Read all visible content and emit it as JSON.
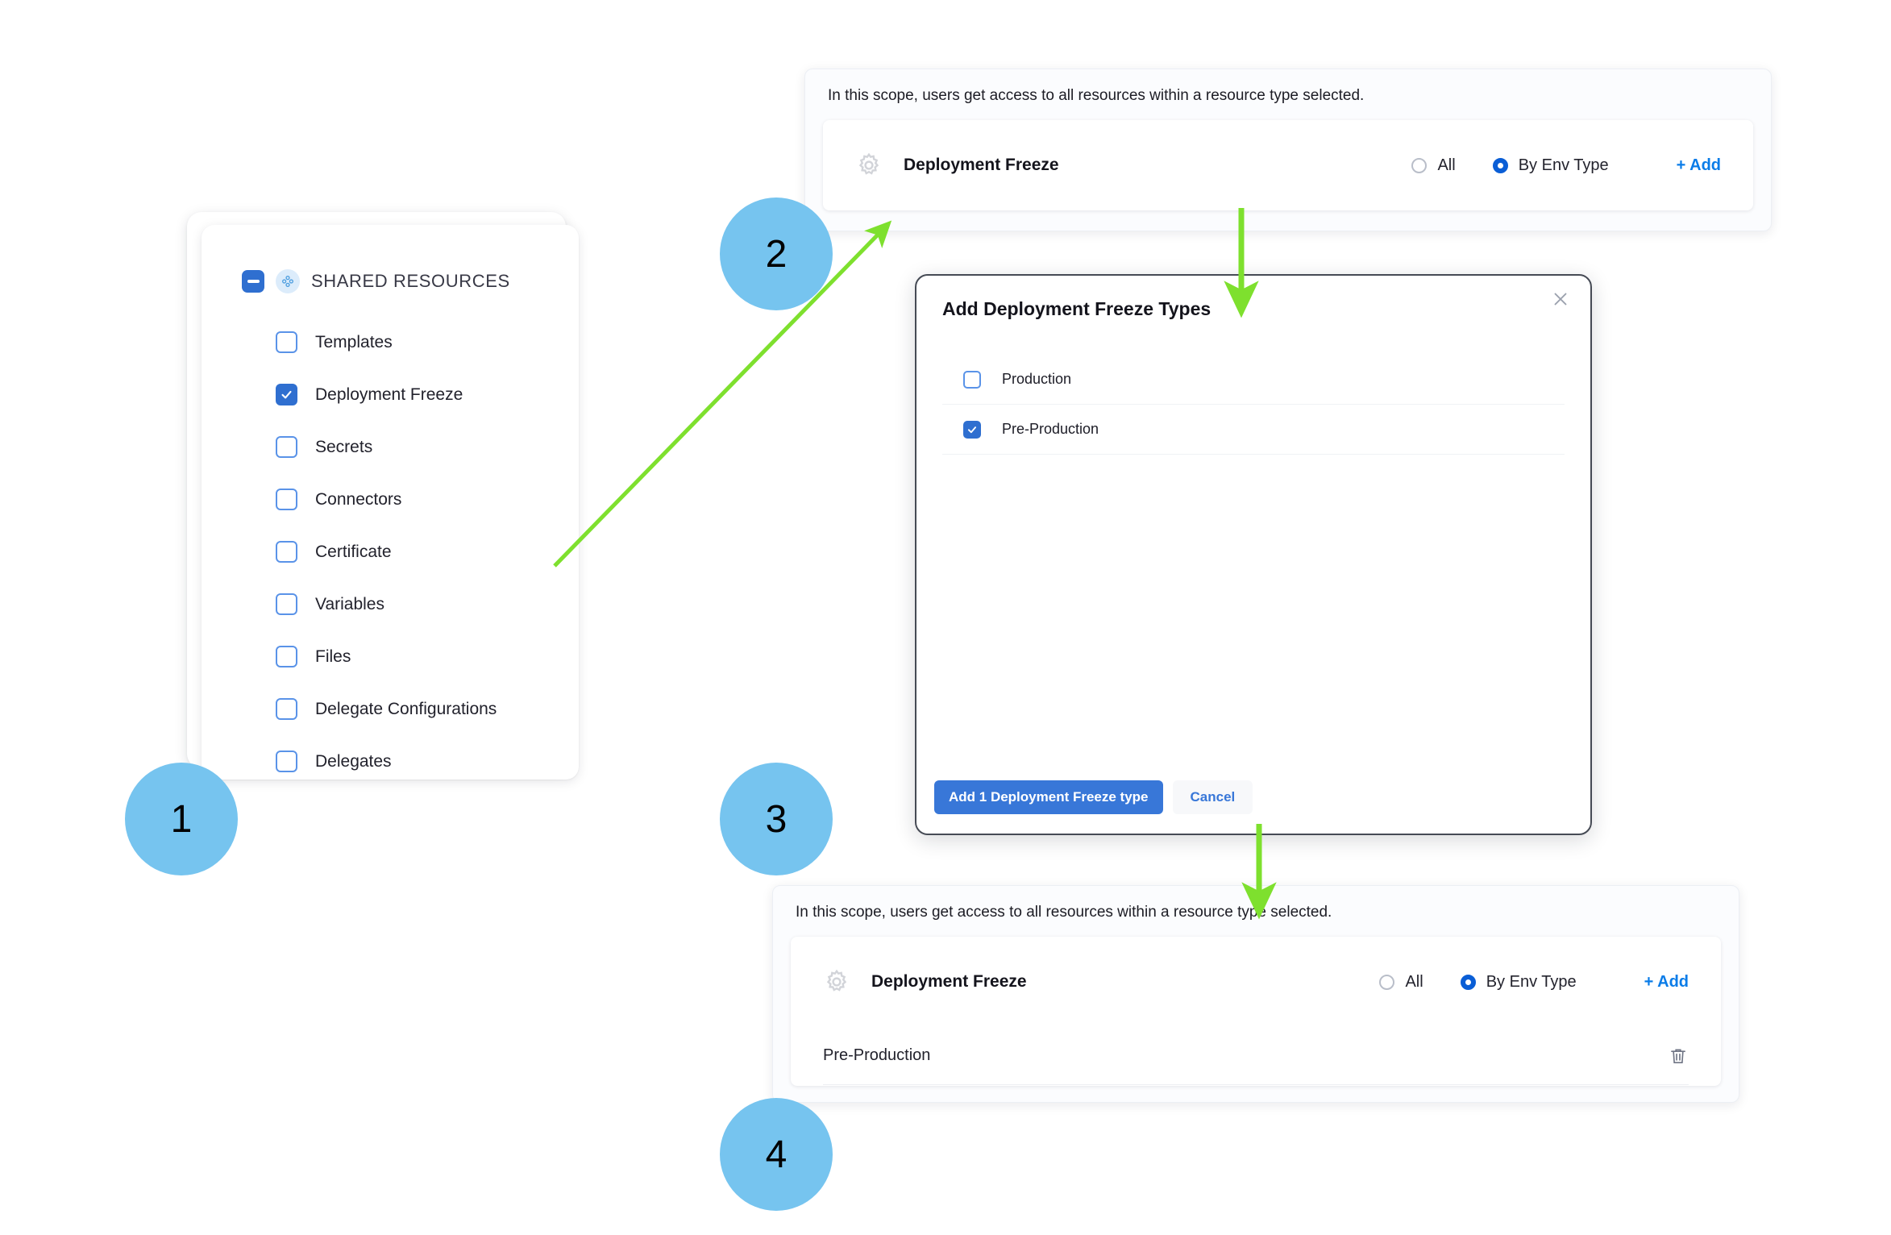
{
  "steps": [
    {
      "number": "1"
    },
    {
      "number": "2"
    },
    {
      "number": "3"
    },
    {
      "number": "4"
    }
  ],
  "colors": {
    "step_badge": "#76c4ef",
    "arrow": "#7ee02e",
    "primary_blue": "#3877d8",
    "link_blue": "#0a7ce8",
    "radio_selected": "#0a5ed6",
    "checkbox_checked": "#2f6fd0",
    "checkbox_border": "#5a93e8",
    "modal_border": "#464b55",
    "panel_bg": "#fbfcfe"
  },
  "resource_tree": {
    "header": {
      "label": "SHARED RESOURCES",
      "checkbox_state": "indeterminate",
      "type_icon": "shared-resources-icon"
    },
    "items": [
      {
        "label": "Templates",
        "checked": false
      },
      {
        "label": "Deployment Freeze",
        "checked": true
      },
      {
        "label": "Secrets",
        "checked": false
      },
      {
        "label": "Connectors",
        "checked": false
      },
      {
        "label": "Certificate",
        "checked": false
      },
      {
        "label": "Variables",
        "checked": false
      },
      {
        "label": "Files",
        "checked": false
      },
      {
        "label": "Delegate Configurations",
        "checked": false
      },
      {
        "label": "Delegates",
        "checked": false
      }
    ]
  },
  "scope_panel_top": {
    "note": "In this scope, users get access to all resources within a resource type selected.",
    "resource_title": "Deployment Freeze",
    "gear_icon": "gear-icon",
    "radios": [
      {
        "label": "All",
        "selected": false
      },
      {
        "label": "By Env Type",
        "selected": true
      }
    ],
    "add_label": "+ Add",
    "selected_items": []
  },
  "scope_panel_bottom": {
    "note": "In this scope, users get access to all resources within a resource type selected.",
    "resource_title": "Deployment Freeze",
    "gear_icon": "gear-icon",
    "radios": [
      {
        "label": "All",
        "selected": false
      },
      {
        "label": "By Env Type",
        "selected": true
      }
    ],
    "add_label": "+ Add",
    "selected_items": [
      {
        "label": "Pre-Production",
        "delete_icon": "trash-icon"
      }
    ]
  },
  "modal": {
    "title": "Add Deployment Freeze Types",
    "close_icon": "close-icon",
    "options": [
      {
        "label": "Production",
        "checked": false
      },
      {
        "label": "Pre-Production",
        "checked": true
      }
    ],
    "primary_button": "Add 1 Deployment Freeze type",
    "secondary_button": "Cancel"
  }
}
